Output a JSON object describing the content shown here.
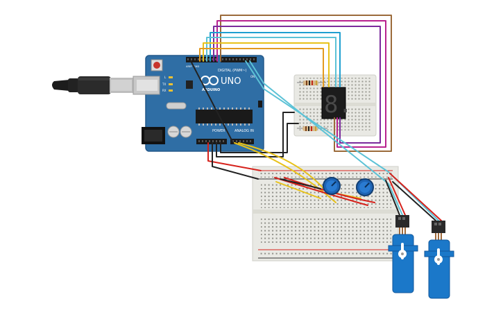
{
  "board": {
    "logo_text": "UNO",
    "brand_text": "ARDUINO",
    "digital_label": "DIGITAL (PWM~)",
    "power_label": "POWER",
    "analog_label": "ANALOG IN",
    "aref_label": "AREF",
    "gnd_label": "GND",
    "tx_label": "TX",
    "rx_label": "RX",
    "l_label": "L",
    "on_label": "ON"
  },
  "display": {
    "digit": "8."
  },
  "colors": {
    "board_blue": "#2f6ea5",
    "board_edge": "#24598a",
    "breadboard": "#e9e9e4",
    "wire_brown": "#9b6a3a",
    "wire_magenta": "#b8218f",
    "wire_purple": "#7a2a9c",
    "wire_blue": "#1f9fd0",
    "wire_cyan": "#5cc2d6",
    "wire_yellow": "#e8c21a",
    "wire_orange": "#e39a1f",
    "wire_red": "#d6221c",
    "wire_black": "#222222",
    "servo_blue": "#1b78c9",
    "knob_blue": "#1e64b4"
  },
  "icons": {
    "usb": "usb-cable-icon",
    "pot": "potentiometer-icon",
    "servo": "servo-motor-icon",
    "reset": "reset-button-icon"
  }
}
